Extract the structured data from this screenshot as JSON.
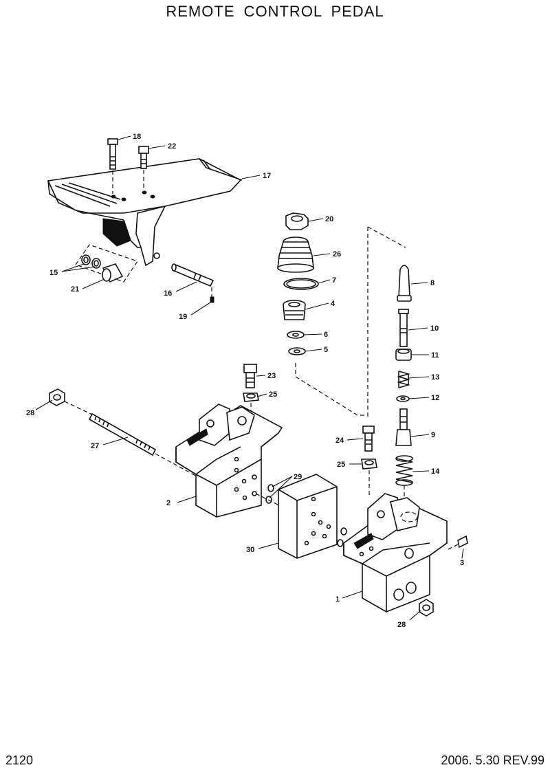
{
  "title": "REMOTE  CONTROL  PEDAL",
  "page_number": "2120",
  "revision": "2006. 5.30  REV.99",
  "callouts": {
    "c18": "18",
    "c22": "22",
    "c17": "17",
    "c15": "15",
    "c21": "21",
    "c16": "16",
    "c19": "19",
    "c20": "20",
    "c26": "26",
    "c7": "7",
    "c4": "4",
    "c6": "6",
    "c5": "5",
    "c8": "8",
    "c10": "10",
    "c11": "11",
    "c13": "13",
    "c12": "12",
    "c9": "9",
    "c14": "14",
    "c23": "23",
    "c25a": "25",
    "c28a": "28",
    "c27": "27",
    "c24": "24",
    "c25b": "25",
    "c29": "29",
    "c2": "2",
    "c30": "30",
    "c3": "3",
    "c1": "1",
    "c28b": "28"
  }
}
